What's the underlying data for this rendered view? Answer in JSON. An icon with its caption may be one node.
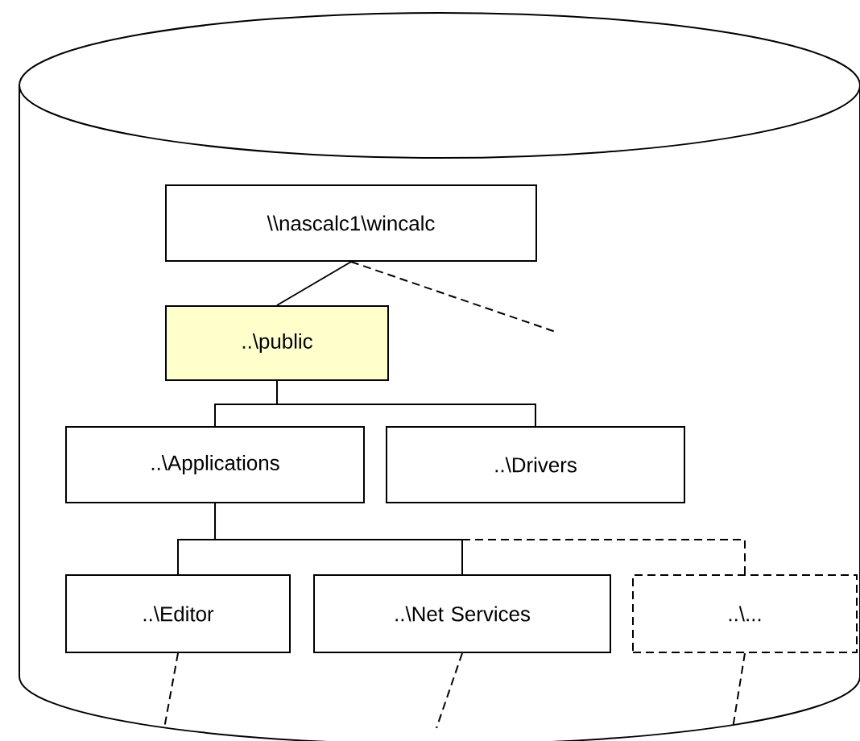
{
  "diagram": {
    "nodes": [
      {
        "text": [],
        "shape": "cylinder"
      },
      {
        "text": [
          "\\\\nascalc1\\wincalc"
        ],
        "in": 0
      },
      {
        "text": [
          "..\\public"
        ],
        "in": 0
      },
      {
        "text": [
          "..\\Applications"
        ],
        "in": 0
      },
      {
        "text": [
          "..\\Drivers"
        ],
        "in": 0
      },
      {
        "text": [
          "..\\Editor"
        ],
        "in": 0
      },
      {
        "text": [
          "..\\Net Services"
        ],
        "in": 0
      },
      {
        "text": [
          "..\\..."
        ],
        "in": 0
      }
    ],
    "edges": [
      {
        "from": 1,
        "to": 2,
        "arrow": "none"
      },
      {
        "from": 1,
        "to": null,
        "arrow": "none",
        "style": "dashed"
      },
      {
        "from": 2,
        "to": 3,
        "arrow": "none"
      },
      {
        "from": 2,
        "to": 4,
        "arrow": "none"
      },
      {
        "from": 3,
        "to": 5,
        "arrow": "none"
      },
      {
        "from": 3,
        "to": 6,
        "arrow": "none"
      },
      {
        "from": 3,
        "to": 7,
        "arrow": "none",
        "style": "dashed"
      },
      {
        "from": 5,
        "to": null,
        "arrow": "none",
        "style": "dashed"
      },
      {
        "from": 6,
        "to": null,
        "arrow": "none",
        "style": "dashed"
      },
      {
        "from": 7,
        "to": null,
        "arrow": "none",
        "style": "dashed"
      }
    ]
  }
}
